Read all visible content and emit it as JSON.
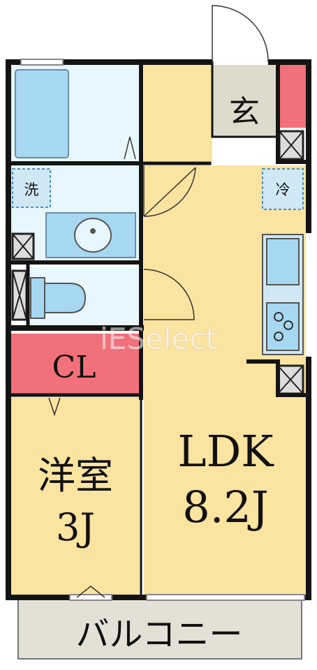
{
  "floorplan": {
    "rooms": {
      "entrance": "玄",
      "laundry": "洗",
      "fridge": "冷",
      "closet": "CL",
      "western_room_name": "洋室",
      "western_room_size": "3J",
      "ldk_name": "LDK",
      "ldk_size": "8.2J",
      "balcony": "バルコニー"
    },
    "watermark": "iESelect",
    "colors": {
      "room_fill": "#fbe3a0",
      "wet_area_fill": "#e8f6fd",
      "fixture_fill": "#a6d8f2",
      "closet_fill": "#f2707a",
      "shoe_box_fill": "#f2707a",
      "entrance_floor": "#dedbcd",
      "balcony_fill": "#e3e1d6",
      "wall": "#141414"
    }
  }
}
